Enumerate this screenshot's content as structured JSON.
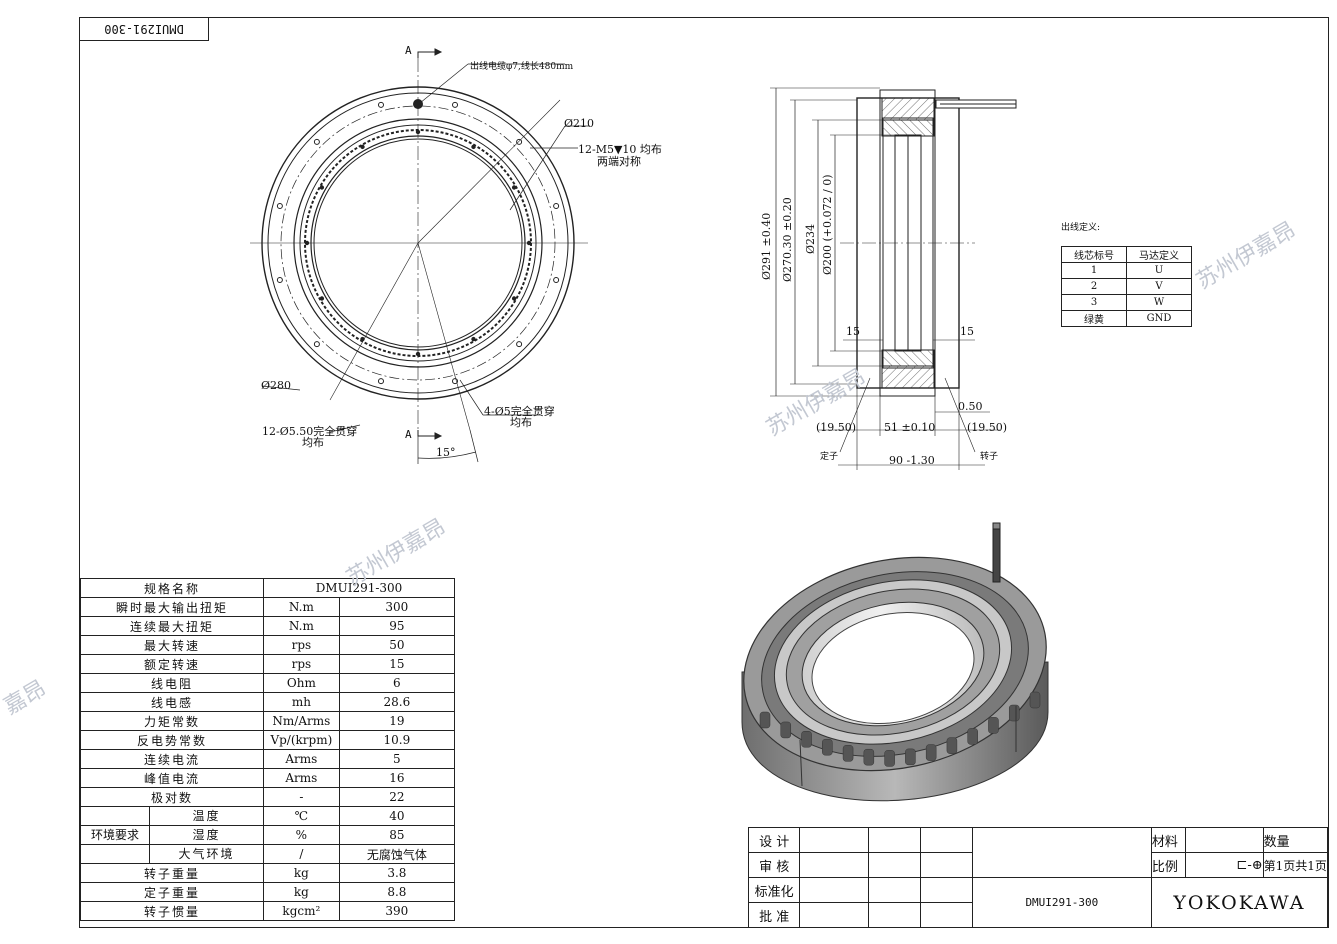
{
  "drawing": {
    "code_rotated": "DMUI291-300"
  },
  "front_view": {
    "section_mark": "A",
    "cable_note": "出线电缆φ7,线长480mm",
    "dia_210": "Ø210",
    "hole_note_1": "12-M5▼10 均布",
    "hole_note_2": "两端对称",
    "dia_280": "Ø280",
    "through_1": "12-Ø5.50完全贯穿",
    "through_1b": "均布",
    "through_2": "4-Ø5完全贯穿",
    "through_2b": "均布",
    "angle": "15°"
  },
  "side_view": {
    "d291": "Ø291 ±0.40",
    "d270": "Ø270.30 ±0.20",
    "d234": "Ø234",
    "d200": "Ø200 (+0.072 / 0)",
    "left_15": "15",
    "right_15": "15",
    "gap": "0.50",
    "left_1950": "(19.50)",
    "mid_51": "51 ±0.10",
    "right_1950": "(19.50)",
    "total": "90 -1.30",
    "stator_label": "定子",
    "rotor_label": "转子"
  },
  "wire_def": {
    "title": "出线定义:",
    "headers": [
      "线芯标号",
      "马达定义"
    ],
    "rows": [
      [
        "1",
        "U"
      ],
      [
        "2",
        "V"
      ],
      [
        "3",
        "W"
      ],
      [
        "绿黄",
        "GND"
      ]
    ]
  },
  "spec": {
    "header": [
      "规格名称",
      "DMUI291-300"
    ],
    "rows": [
      [
        "瞬时最大输出扭矩",
        "N.m",
        "300"
      ],
      [
        "连续最大扭矩",
        "N.m",
        "95"
      ],
      [
        "最大转速",
        "rps",
        "50"
      ],
      [
        "额定转速",
        "rps",
        "15"
      ],
      [
        "线电阻",
        "Ohm",
        "6"
      ],
      [
        "线电感",
        "mh",
        "28.6"
      ],
      [
        "力矩常数",
        "Nm/Arms",
        "19"
      ],
      [
        "反电势常数",
        "Vp/(krpm)",
        "10.9"
      ],
      [
        "连续电流",
        "Arms",
        "5"
      ],
      [
        "峰值电流",
        "Arms",
        "16"
      ],
      [
        "极对数",
        "-",
        "22"
      ]
    ],
    "env_label": "环境要求",
    "env_rows": [
      [
        "温度",
        "℃",
        "40"
      ],
      [
        "湿度",
        "%",
        "85"
      ],
      [
        "大气环境",
        "/",
        "无腐蚀气体"
      ]
    ],
    "tail_rows": [
      [
        "转子重量",
        "kg",
        "3.8"
      ],
      [
        "定子重量",
        "kg",
        "8.8"
      ],
      [
        "转子惯量",
        "kgcm²",
        "390"
      ]
    ]
  },
  "title_block": {
    "design": "设 计",
    "check": "审 核",
    "standard": "标准化",
    "approve": "批 准",
    "drawing_no": "DMUI291-300",
    "material": "材料",
    "quantity": "数量",
    "scale": "比例",
    "page": "第1页共1页",
    "company": "YOKOKAWA"
  },
  "watermarks": [
    "苏州伊嘉昂",
    "苏州伊嘉昂",
    "苏州伊嘉昂",
    "嘉昂"
  ]
}
